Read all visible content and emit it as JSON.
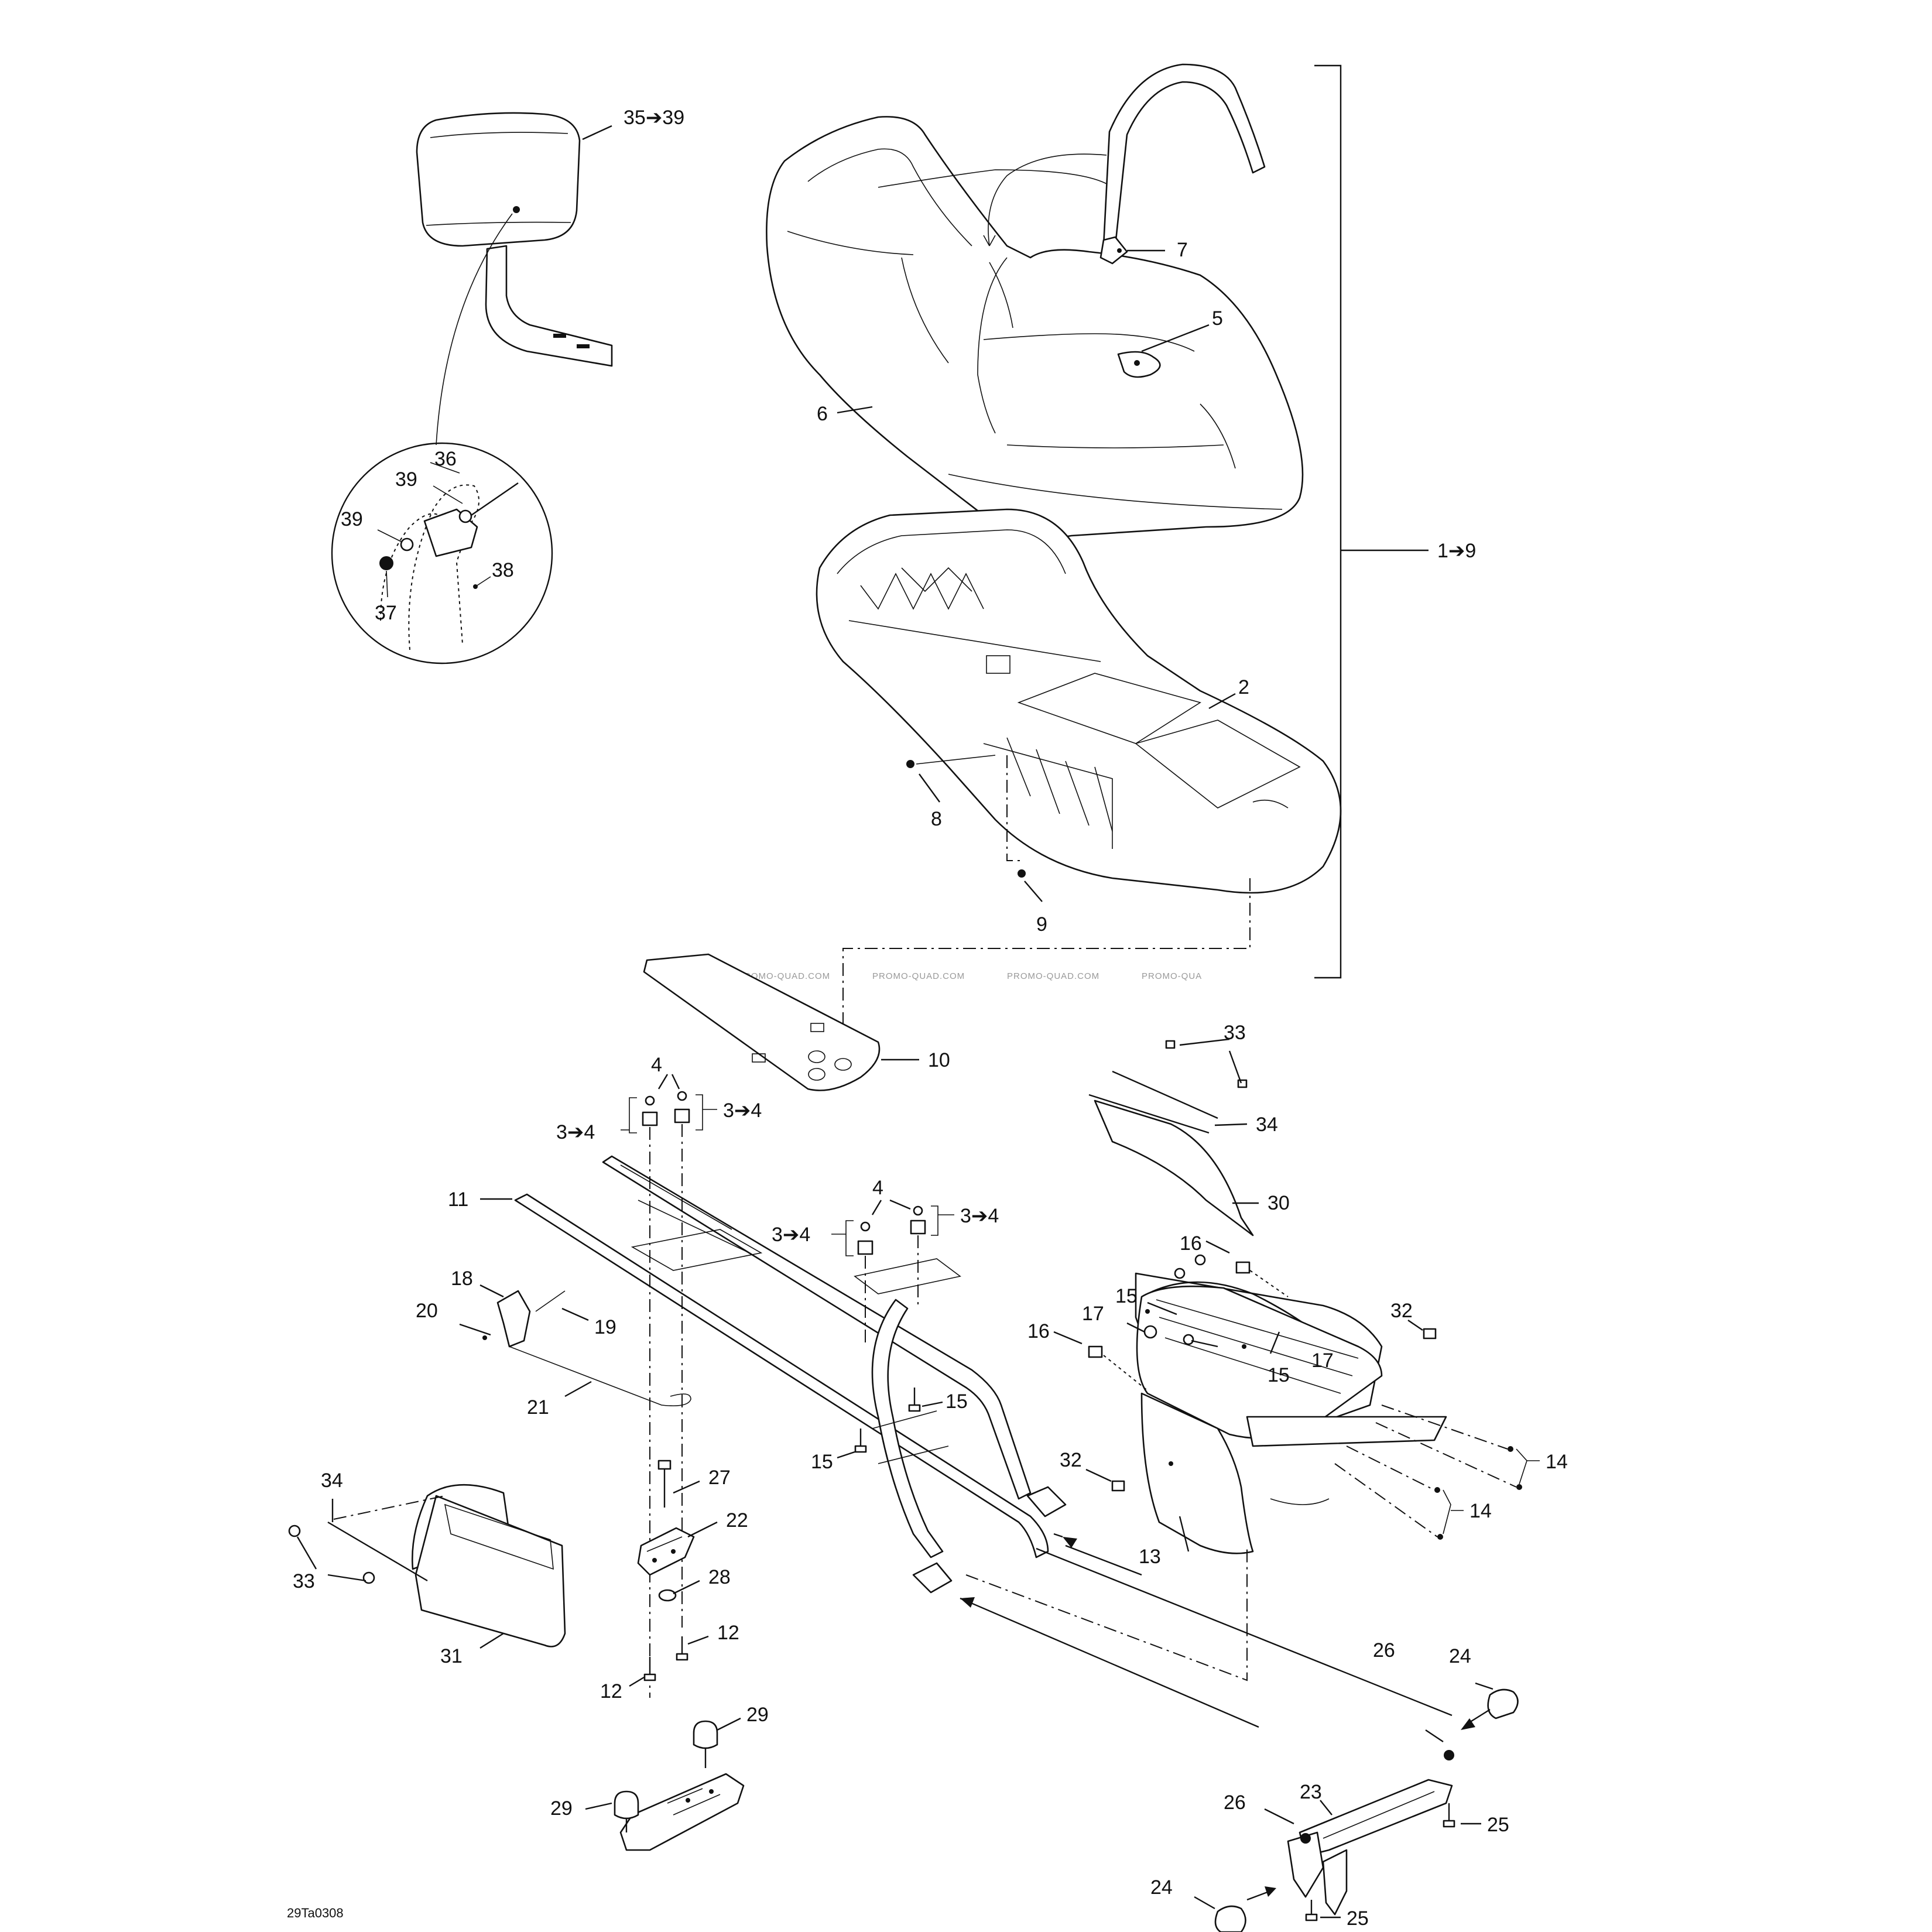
{
  "diagram_code": "29Ta0308",
  "watermark": [
    "PROMO-QUAD.COM",
    "PROMO-QUAD.COM",
    "PROMO-QUAD.COM",
    "PROMO-QUA"
  ],
  "callouts": {
    "c35_39": "35➔39",
    "c1_9": "1➔9",
    "c36": "36",
    "c39a": "39",
    "c39b": "39",
    "c38": "38",
    "c37": "37",
    "c7": "7",
    "c5": "5",
    "c6": "6",
    "c2": "2",
    "c8": "8",
    "c9": "9",
    "c10": "10",
    "c4a": "4",
    "c3_4a": "3➔4",
    "c3_4b": "3➔4",
    "c4b": "4",
    "c3_4c": "3➔4",
    "c3_4d": "3➔4",
    "c11": "11",
    "c18": "18",
    "c20": "20",
    "c19": "19",
    "c21": "21",
    "c33a": "33",
    "c34a": "34",
    "c30": "30",
    "c16a": "16",
    "c32a": "32",
    "c15a": "15",
    "c17a": "17",
    "c16b": "16",
    "c17b": "17",
    "c15b": "15",
    "c15c": "15",
    "c15d": "15",
    "c32b": "32",
    "c14a": "14",
    "c14b": "14",
    "c13": "13",
    "c34b": "34",
    "c33b": "33",
    "c31": "31",
    "c27": "27",
    "c22": "22",
    "c28": "28",
    "c12a": "12",
    "c12b": "12",
    "c29a": "29",
    "c29b": "29",
    "c26a": "26",
    "c24a": "24",
    "c23": "23",
    "c26b": "26",
    "c25a": "25",
    "c24b": "24",
    "c25b": "25"
  }
}
